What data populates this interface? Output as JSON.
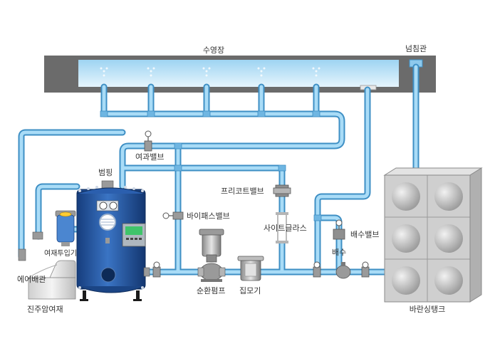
{
  "labels": {
    "pool": "수영장",
    "overflow_pipe": "넘침관",
    "filter_valve": "여과밸브",
    "backwash": "범핑",
    "bypass_valve": "바이패스밸브",
    "precoat_valve": "프리코트밸브",
    "sight_glass": "사이트글라스",
    "drain_valve": "배수밸브",
    "drain": "배수",
    "filter_aid_inlet": "여재투입기",
    "air_vent": "에어배관",
    "filter_aid_tank": "진주암여재",
    "circulation_pump": "순환펌프",
    "strainer": "집모기",
    "balancing_tank": "바란싱탱크"
  },
  "colors": {
    "pipe_fill": "#8ec9ec",
    "pipe_edge": "#3e8fc4",
    "wall": "#6b6b6b",
    "water": "#cfe9f8",
    "filter_body": "#1f4f9c",
    "tank_panel": "#c8c8c8"
  }
}
